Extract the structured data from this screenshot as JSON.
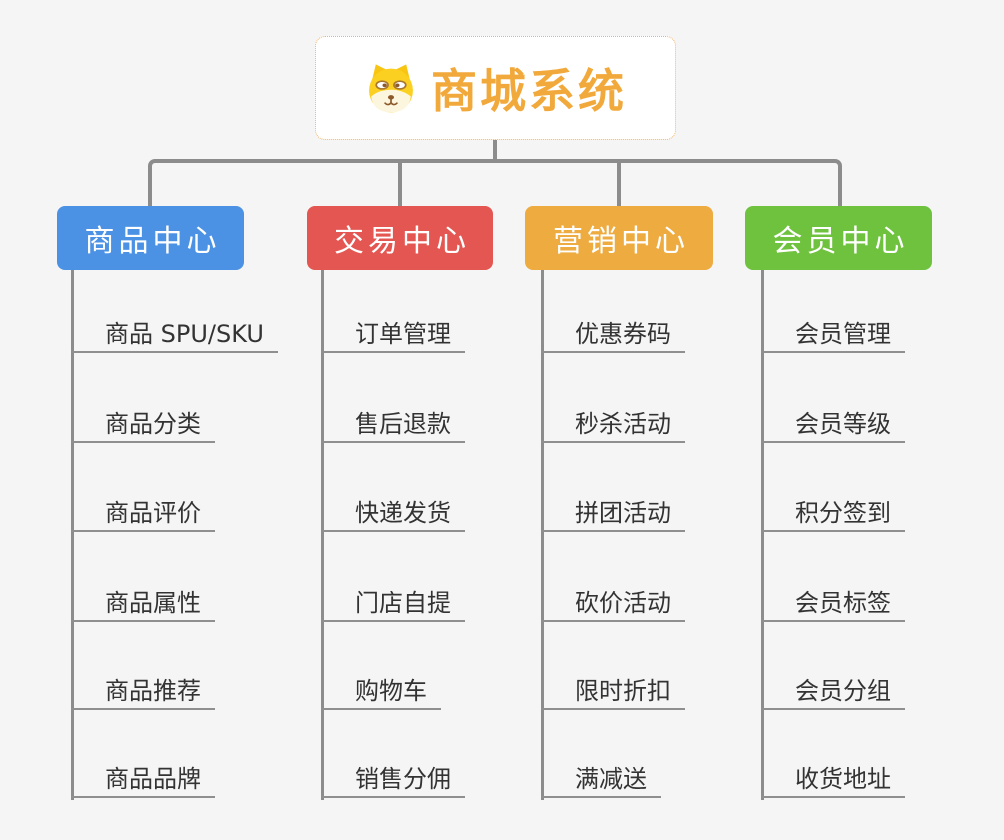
{
  "root": {
    "title": "商城系统",
    "icon": "shiba-dog-icon",
    "title_color": "#F2A93C",
    "border_color": "#F0B465"
  },
  "branches": [
    {
      "label": "商品中心",
      "color": "#4B92E5",
      "items": [
        "商品 SPU/SKU",
        "商品分类",
        "商品评价",
        "商品属性",
        "商品推荐",
        "商品品牌"
      ]
    },
    {
      "label": "交易中心",
      "color": "#E45651",
      "items": [
        "订单管理",
        "售后退款",
        "快递发货",
        "门店自提",
        "购物车",
        "销售分佣"
      ]
    },
    {
      "label": "营销中心",
      "color": "#EDAB40",
      "items": [
        "优惠券码",
        "秒杀活动",
        "拼团活动",
        "砍价活动",
        "限时折扣",
        "满减送"
      ]
    },
    {
      "label": "会员中心",
      "color": "#6EC23E",
      "items": [
        "会员管理",
        "会员等级",
        "积分签到",
        "会员标签",
        "会员分组",
        "收货地址"
      ]
    }
  ],
  "colors": {
    "background": "#F5F5F6",
    "connector": "#8C8C8C",
    "item_text": "#333333",
    "branch_text": "#FFFFFF"
  }
}
